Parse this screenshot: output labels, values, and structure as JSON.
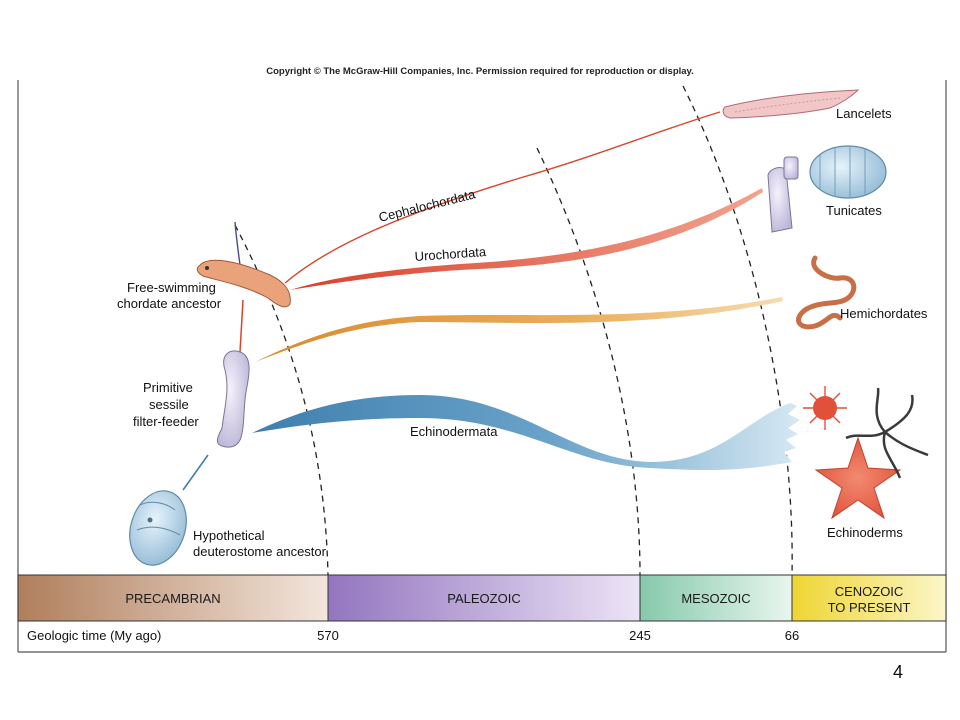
{
  "copyright": "Copyright © The McGraw-Hill Companies, Inc. Permission required for reproduction or display.",
  "branches": {
    "cephalochordata": "Cephalochordata",
    "urochordata": "Urochordata",
    "echinodermata": "Echinodermata"
  },
  "ancestors": {
    "free_swimming": [
      "Free-swimming",
      "chordate ancestor"
    ],
    "sessile": [
      "Primitive",
      "sessile",
      "filter-feeder"
    ],
    "hypothetical": [
      "Hypothetical",
      "deuterostome ancestor"
    ]
  },
  "groups": {
    "lancelets": "Lancelets",
    "tunicates": "Tunicates",
    "hemichordates": "Hemichordates",
    "echinoderms": "Echinoderms"
  },
  "eras": {
    "precambrian": "PRECAMBRIAN",
    "paleozoic": "PALEOZOIC",
    "mesozoic": "MESOZOIC",
    "cenozoic": [
      "CENOZOIC",
      "TO PRESENT"
    ]
  },
  "timeline": {
    "label": "Geologic time (My ago)",
    "ticks": [
      "570",
      "245",
      "66"
    ]
  },
  "page_number": "4",
  "colors": {
    "cephalochordata": "#d9452b",
    "hemichordata": "#e39a3a",
    "echinodermata": "#4a8cb8",
    "precambrian": "#b88a68",
    "paleozoic": "#9a7ec4",
    "mesozoic": "#8fcfb2",
    "cenozoic": "#f0dc4a"
  }
}
